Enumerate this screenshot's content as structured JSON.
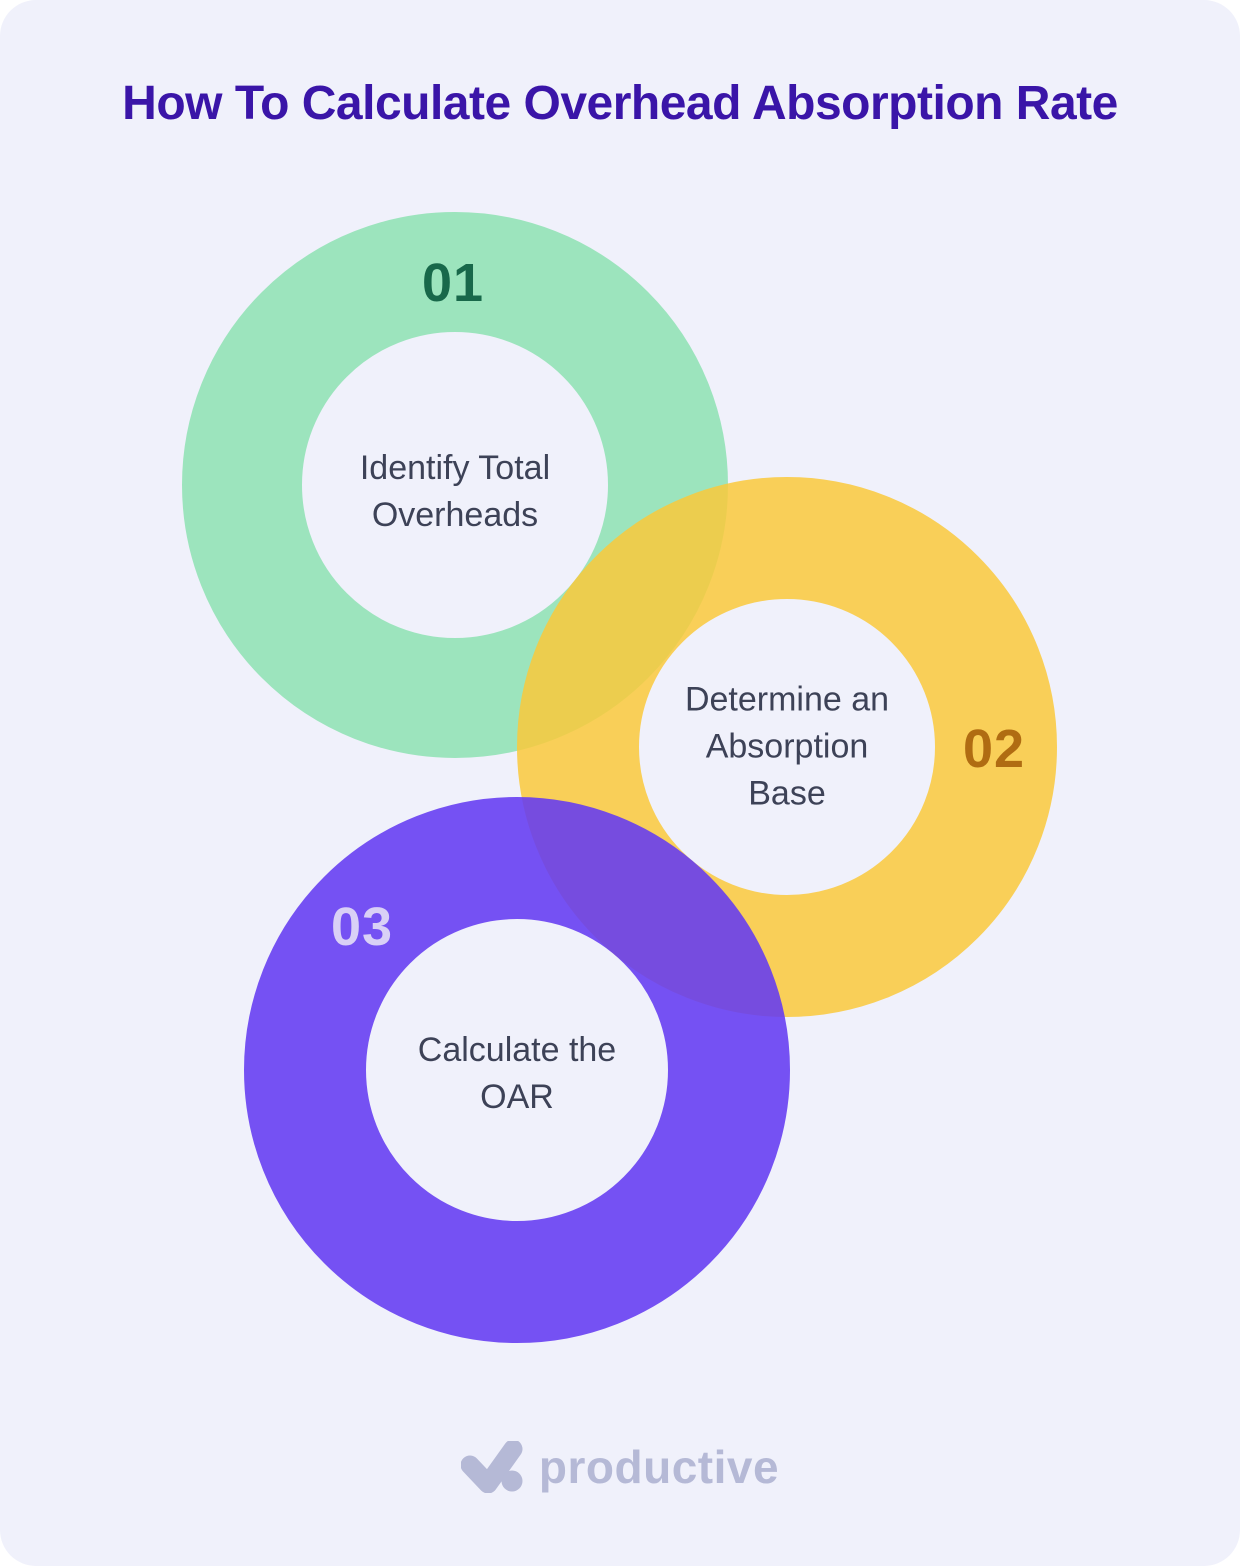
{
  "page": {
    "title": "How To Calculate Overhead Absorption Rate",
    "title_color": "#3a15a8",
    "background_color": "#f0f1fb",
    "label_text_color": "#3d4257"
  },
  "steps": [
    {
      "number": "01",
      "label": "Identify Total Overheads",
      "ring_color": "#8de2b1",
      "ring_color_observed": "#9ce4bc",
      "number_color": "#18684a"
    },
    {
      "number": "02",
      "label": "Determine an Absorption Base",
      "ring_color": "#fac93b",
      "ring_color_observed": "#f9cf58",
      "number_color": "#b06c12"
    },
    {
      "number": "03",
      "label": "Calculate the OAR",
      "ring_color": "#633af1",
      "ring_color_observed": "#7450f2",
      "number_color": "#d9d0f6"
    }
  ],
  "footer": {
    "logo_text": "productive",
    "logo_color": "#b5b9d6"
  }
}
